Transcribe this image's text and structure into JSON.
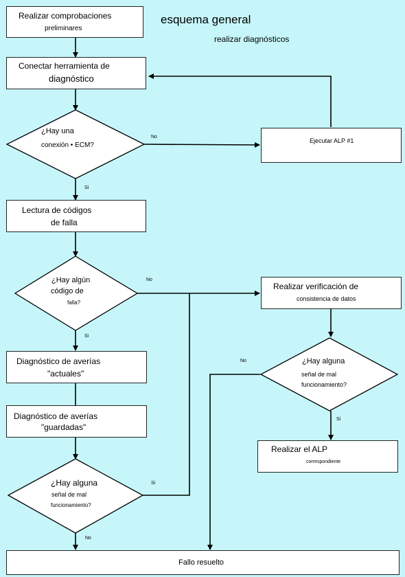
{
  "title": "esquema general",
  "subtitle": "realizar diagnósticos",
  "boxes": {
    "prelim": [
      "Realizar comprobaciones",
      "preliminares"
    ],
    "connect": [
      "Conectar herramienta de",
      "diagnóstico"
    ],
    "alp1": "Ejecutar ALP #1",
    "read": [
      "Lectura de códigos",
      "de falla"
    ],
    "verify": [
      "Realizar verificación de",
      "consistencia de datos"
    ],
    "current": [
      "Diagnóstico de averías",
      "\"actuales\""
    ],
    "stored": [
      "Diagnóstico de averías",
      "\"guardadas\""
    ],
    "alp": [
      "Realizar el ALP",
      "correspondiente"
    ],
    "resolved": "Fallo resuelto"
  },
  "decisions": {
    "ecm": [
      "¿Hay una",
      "conexión • ECM?"
    ],
    "code": [
      "¿Hay algún",
      "código de",
      "falla?"
    ],
    "signal_right": [
      "¿Hay alguna",
      "señal de mal",
      "funcionamiento?"
    ],
    "signal_left": [
      "¿Hay alguna",
      "señal de mal",
      "funcionamiento?"
    ]
  },
  "labels": {
    "no": "No",
    "si": "Si"
  },
  "colors": {
    "background": "#c6f6f9",
    "box_fill": "#ffffff",
    "line": "#000000"
  }
}
